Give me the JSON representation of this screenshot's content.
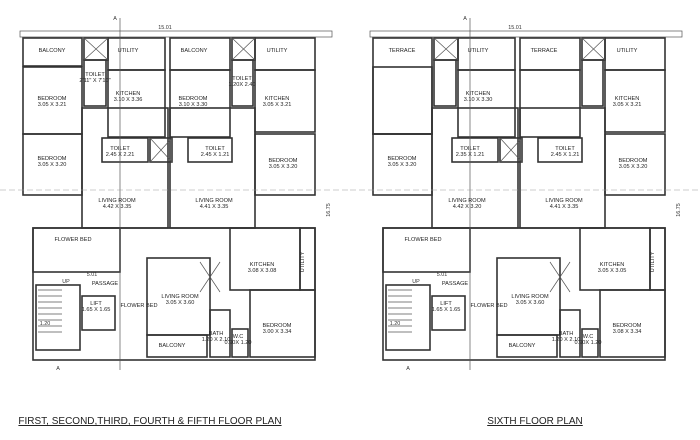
{
  "plans": [
    {
      "title": "FIRST, SECOND,THIRD, FOURTH & FIFTH  FLOOR PLAN",
      "rooms": [
        {
          "name": "BALCONY",
          "size": ""
        },
        {
          "name": "UTILITY",
          "size": ""
        },
        {
          "name": "BALCONY",
          "size": ""
        },
        {
          "name": "UTILITY",
          "size": ""
        },
        {
          "name": "TOILET",
          "size": "2'11\" X 7'10\""
        },
        {
          "name": "KITCHEN",
          "size": "3.10 X 3.36"
        },
        {
          "name": "BEDROOM",
          "size": "3.05 X 3.21"
        },
        {
          "name": "BEDROOM",
          "size": "3.10 X 3.30"
        },
        {
          "name": "TOILET",
          "size": "1.20X 2.40"
        },
        {
          "name": "KITCHEN",
          "size": "3.05 X 3.21"
        },
        {
          "name": "TOILET",
          "size": "2.45 X 2.21"
        },
        {
          "name": "TOILET",
          "size": "2.45 X 1.21"
        },
        {
          "name": "BEDROOM",
          "size": "3.05 X 3.20"
        },
        {
          "name": "BEDROOM",
          "size": "3.05 X 3.20"
        },
        {
          "name": "LIVING ROOM",
          "size": "4.42 X 3.35"
        },
        {
          "name": "LIVING ROOM",
          "size": "4.41 X 3.35"
        },
        {
          "name": "FLOWER BED",
          "size": ""
        },
        {
          "name": "KITCHEN",
          "size": "3.08 X 3.08"
        },
        {
          "name": "UTILITY",
          "size": ""
        },
        {
          "name": "PASSAGE",
          "size": ""
        },
        {
          "name": "LIFT",
          "size": "1.65 X 1.65"
        },
        {
          "name": "FLOWER BED",
          "size": ""
        },
        {
          "name": "LIVING ROOM",
          "size": "3.05 X 3.60"
        },
        {
          "name": "BEDROOM",
          "size": "3.00 X 3.34"
        },
        {
          "name": "BALCONY",
          "size": ""
        },
        {
          "name": "BATH",
          "size": "1.20 X 2.10"
        },
        {
          "name": "W.C",
          "size": "0.90X 1.20"
        }
      ],
      "dimensions": {
        "width": "15.01",
        "depth": "16.75",
        "passage": "5.01",
        "stair": "1.20",
        "up": "UP",
        "section": "A"
      }
    },
    {
      "title": "SIXTH FLOOR PLAN",
      "rooms": [
        {
          "name": "TERRACE",
          "size": ""
        },
        {
          "name": "UTILITY",
          "size": ""
        },
        {
          "name": "TERRACE",
          "size": ""
        },
        {
          "name": "UTILITY",
          "size": ""
        },
        {
          "name": "",
          "size": ""
        },
        {
          "name": "KITCHEN",
          "size": "3.10 X 3.30"
        },
        {
          "name": "",
          "size": ""
        },
        {
          "name": "",
          "size": ""
        },
        {
          "name": "",
          "size": ""
        },
        {
          "name": "KITCHEN",
          "size": "3.05 X 3.21"
        },
        {
          "name": "TOILET",
          "size": "2.35 X 1.21"
        },
        {
          "name": "TOILET",
          "size": "2.45 X 1.21"
        },
        {
          "name": "BEDROOM",
          "size": "3.05 X 3.20"
        },
        {
          "name": "BEDROOM",
          "size": "3.05 X 3.20"
        },
        {
          "name": "LIVING ROOM",
          "size": "4.42 X 3.20"
        },
        {
          "name": "LIVING ROOM",
          "size": "4.41 X 3.35"
        },
        {
          "name": "FLOWER BED",
          "size": ""
        },
        {
          "name": "KITCHEN",
          "size": "3.05 X 3.05"
        },
        {
          "name": "UTILITY",
          "size": ""
        },
        {
          "name": "PASSAGE",
          "size": ""
        },
        {
          "name": "LIFT",
          "size": "1.65 X 1.65"
        },
        {
          "name": "FLOWER BED",
          "size": ""
        },
        {
          "name": "LIVING ROOM",
          "size": "3.05 X 3.60"
        },
        {
          "name": "BEDROOM",
          "size": "3.08 X 3.34"
        },
        {
          "name": "BALCONY",
          "size": ""
        },
        {
          "name": "BATH",
          "size": "1.20 X 2.10"
        },
        {
          "name": "W.C",
          "size": "0.90X 1.20"
        }
      ],
      "dimensions": {
        "width": "15.01",
        "depth": "16.75",
        "passage": "5.01",
        "stair": "1.20",
        "up": "UP",
        "section": "A"
      }
    }
  ]
}
